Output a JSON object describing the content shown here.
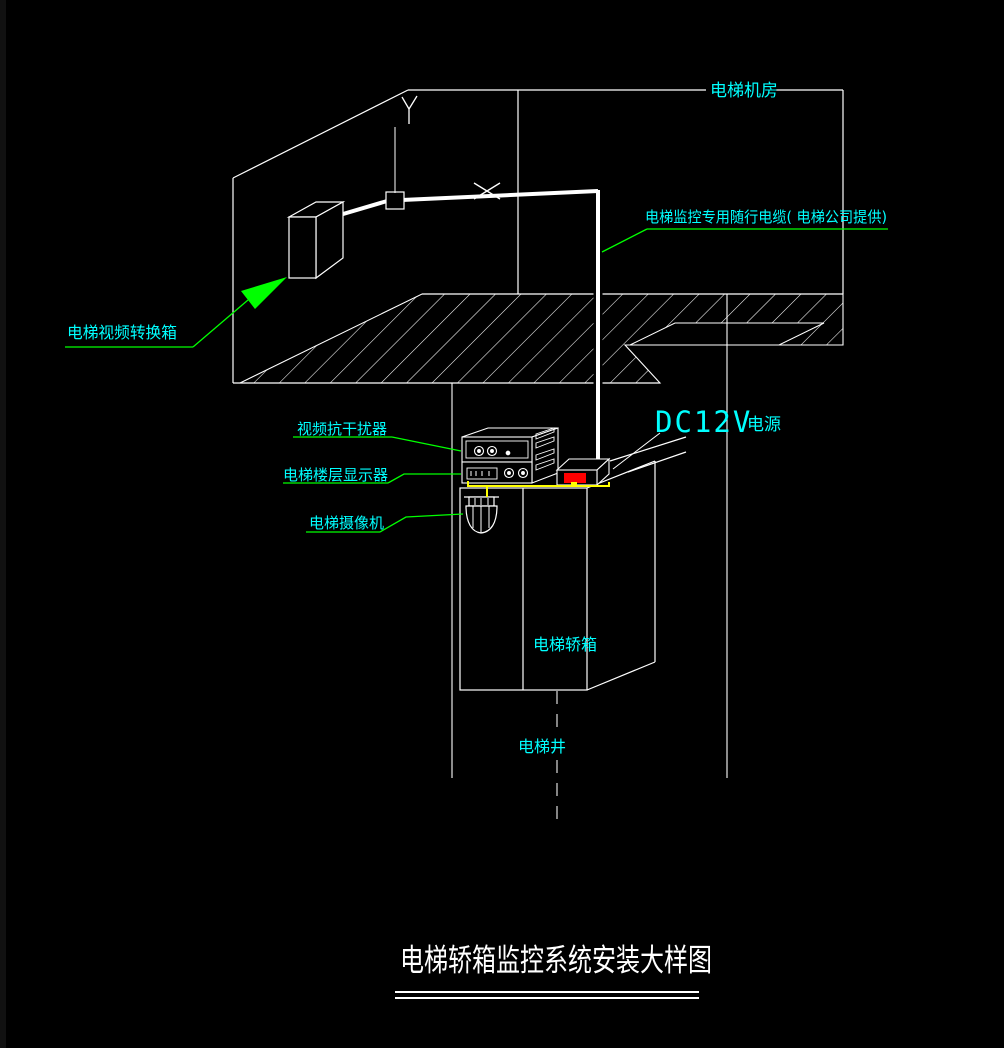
{
  "colors": {
    "background": "#000000",
    "drawing_line": "#ffffff",
    "label_text": "#00ffff",
    "leader_line": "#00ff00",
    "signal_cable": "#ffff00",
    "power_indicator": "#ff0000"
  },
  "labels": {
    "machine_room": "电梯机房",
    "traveling_cable": "电梯监控专用随行电缆( 电梯公司提供)",
    "video_converter_box": "电梯视频转换箱",
    "interference_suppressor": "视频抗干扰器",
    "floor_display": "电梯楼层显示器",
    "camera": "电梯摄像机",
    "dc_power": "DC12V",
    "dc_power_unit": "电源",
    "elevator_car": "电梯轿箱",
    "elevator_shaft": "电梯井",
    "title": "电梯轿箱监控系统安装大样图"
  }
}
